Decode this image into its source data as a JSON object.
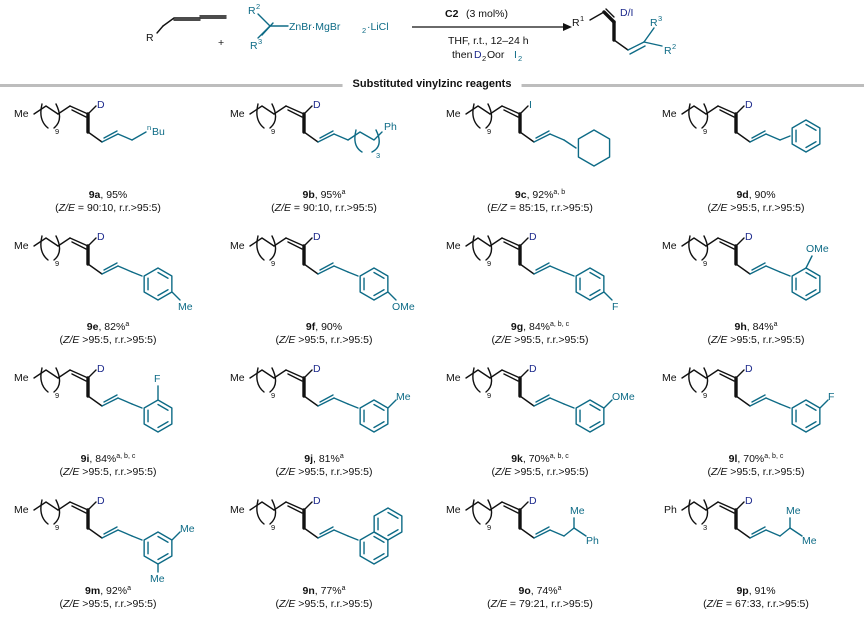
{
  "scheme": {
    "reactant_r": "R",
    "reactant_plus": "+",
    "reagent_r2": "R",
    "reagent_r2_sup": "2",
    "reagent_r3": "R",
    "reagent_r3_sup": "3",
    "reagent_zinc_a": "ZnBr·MgBr",
    "reagent_zinc_sub": "2",
    "reagent_zinc_b": "·LiCl",
    "catalyst": "C2",
    "catalyst_loading": "(3 mol%)",
    "conditions": "THF, r.t., 12–24 h",
    "quench_then": "then ",
    "quench_d2o": "D",
    "quench_d2o_sub": "2",
    "quench_d2o_o": "O",
    "quench_or": " or ",
    "quench_i2": "I",
    "quench_i2_sub": "2",
    "product_r1": "R",
    "product_r1_sup": "1",
    "product_di": "D/I",
    "product_r3": "R",
    "product_r3_sup": "3",
    "product_r2": "R",
    "product_r2_sup": "2"
  },
  "section_title": "Substituted vinylzinc reagents",
  "labels": {
    "me": "Me",
    "ph": "Ph",
    "d": "D",
    "i": "I",
    "ome": "OMe",
    "f": "F",
    "bu": "Bu",
    "n": "n",
    "sub9": "9",
    "sub3": "3"
  },
  "compounds": [
    {
      "id": "9a",
      "yield": ", 95%",
      "sup": "",
      "ratio_label": "Z/E",
      "ratio": " = 90:10, r.r.>95:5)"
    },
    {
      "id": "9b",
      "yield": ", 95%",
      "sup": "a",
      "ratio_label": "Z/E",
      "ratio": " = 90:10, r.r.>95:5)"
    },
    {
      "id": "9c",
      "yield": ", 92%",
      "sup": "a, b",
      "ratio_label": "E/Z",
      "ratio": " = 85:15, r.r.>95:5)"
    },
    {
      "id": "9d",
      "yield": ", 90%",
      "sup": "",
      "ratio_label": "Z/E",
      "ratio": " >95:5, r.r.>95:5)"
    },
    {
      "id": "9e",
      "yield": ", 82%",
      "sup": "a",
      "ratio_label": "Z/E",
      "ratio": " >95:5, r.r.>95:5)"
    },
    {
      "id": "9f",
      "yield": ", 90%",
      "sup": "",
      "ratio_label": "Z/E",
      "ratio": " >95:5, r.r.>95:5)"
    },
    {
      "id": "9g",
      "yield": ", 84%",
      "sup": "a, b, c",
      "ratio_label": "Z/E",
      "ratio": " >95:5, r.r.>95:5)"
    },
    {
      "id": "9h",
      "yield": ", 84%",
      "sup": "a",
      "ratio_label": "Z/E",
      "ratio": " >95:5, r.r.>95:5)"
    },
    {
      "id": "9i",
      "yield": ", 84%",
      "sup": "a, b, c",
      "ratio_label": "Z/E",
      "ratio": " >95:5, r.r.>95:5)"
    },
    {
      "id": "9j",
      "yield": ", 81%",
      "sup": "a",
      "ratio_label": "Z/E",
      "ratio": " >95:5, r.r.>95:5)"
    },
    {
      "id": "9k",
      "yield": ", 70%",
      "sup": "a, b, c",
      "ratio_label": "Z/E",
      "ratio": " >95:5, r.r.>95:5)"
    },
    {
      "id": "9l",
      "yield": ", 70%",
      "sup": "a, b, c",
      "ratio_label": "Z/E",
      "ratio": " >95:5, r.r.>95:5)"
    },
    {
      "id": "9m",
      "yield": ", 92%",
      "sup": "a",
      "ratio_label": "Z/E",
      "ratio": " >95:5, r.r.>95:5)"
    },
    {
      "id": "9n",
      "yield": ", 77%",
      "sup": "a",
      "ratio_label": "Z/E",
      "ratio": " >95:5, r.r.>95:5)"
    },
    {
      "id": "9o",
      "yield": ", 74%",
      "sup": "a",
      "ratio_label": "Z/E",
      "ratio": " = 79:21, r.r.>95:5)"
    },
    {
      "id": "9p",
      "yield": ", 91%",
      "sup": "",
      "ratio_label": "Z/E",
      "ratio": " = 67:33, r.r.>95:5)"
    }
  ]
}
